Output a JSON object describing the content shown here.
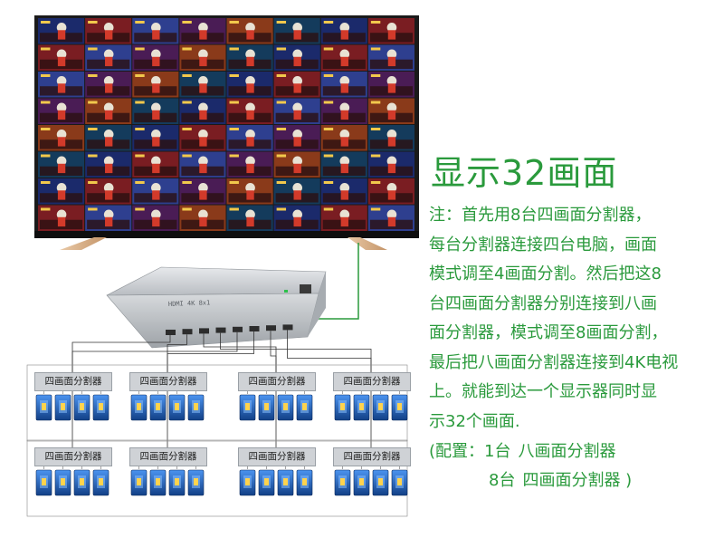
{
  "heading": "显示32画面",
  "note_lines": [
    "注：首先用8台四画面分割器，",
    "每台分割器连接四台电脑，画面",
    "模式调至4画面分割。然后把这8",
    "台四画面分割器分别连接到八画",
    "面分割器，模式调至8画面分割，",
    "最后把八画面分割器连接到4K电视",
    "上。就能到达一个显示器同时显",
    "示32个画面."
  ],
  "config": {
    "line1_prefix": "(配置：1台",
    "line1_item": "八画面分割器",
    "line2_prefix": "8台",
    "line2_item": "四画面分割器 )"
  },
  "device": {
    "front_label": "HDMI 4K 8x1",
    "port_count": 8
  },
  "splitter_label": "四画面分割器",
  "splitter_count": 8,
  "pcs_per_splitter": 4,
  "colors": {
    "accent_green": "#2a9a3c",
    "tv_frame": "#222222",
    "tv_stand": "#d9b48f",
    "device_silver": "#c9ccd0",
    "pc_blue": "#2a6fd0"
  }
}
